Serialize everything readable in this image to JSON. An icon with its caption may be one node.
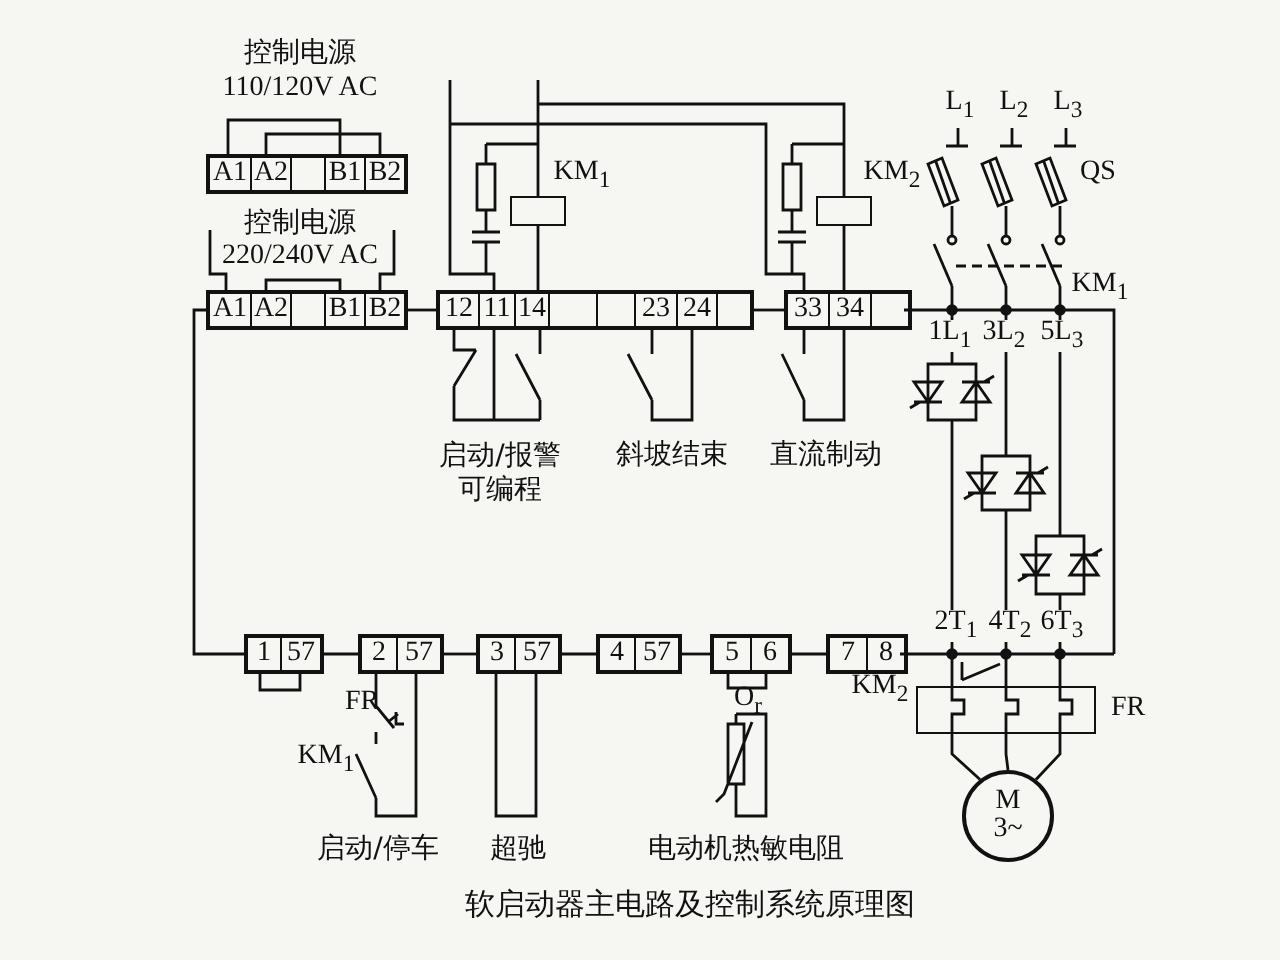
{
  "diagram": {
    "caption": "软启动器主电路及控制系统原理图",
    "nodes": [
      {
        "text": [
          "A1",
          "A2",
          "B1",
          "B2"
        ]
      },
      {
        "text": [
          "A1",
          "A2",
          "B1",
          "B2"
        ]
      },
      {
        "text": [
          "12",
          "11",
          "14",
          "23",
          "24"
        ]
      },
      {
        "text": [
          "33",
          "34"
        ]
      },
      {
        "text": [
          "1",
          "57"
        ]
      },
      {
        "text": [
          "2",
          "57"
        ]
      },
      {
        "text": [
          "3",
          "57"
        ]
      },
      {
        "text": [
          "4",
          "57"
        ]
      },
      {
        "text": [
          "5",
          "6"
        ]
      },
      {
        "text": [
          "7",
          "8"
        ]
      },
      {
        "text": [
          "M",
          "3~"
        ]
      },
      {
        "text": [],
        "shape": "box"
      },
      {
        "text": [],
        "shape": "box"
      },
      {
        "text": [],
        "shape": "box"
      }
    ],
    "edges": [
      {
        "from": 1,
        "to": 2,
        "arrow": "none"
      },
      {
        "from": 2,
        "to": 3,
        "arrow": "none"
      },
      {
        "from": 1,
        "to": 4,
        "arrow": "none"
      },
      {
        "from": 4,
        "to": 5,
        "arrow": "none"
      },
      {
        "from": 5,
        "to": 6,
        "arrow": "none"
      },
      {
        "from": 6,
        "to": 7,
        "arrow": "none"
      },
      {
        "from": 7,
        "to": 8,
        "arrow": "none"
      },
      {
        "from": 8,
        "to": 9,
        "arrow": "none"
      },
      {
        "from": 12,
        "to": 2,
        "arrow": "none"
      },
      {
        "from": 13,
        "to": 3,
        "arrow": "none"
      },
      {
        "from": 11,
        "to": 10,
        "arrow": "none"
      },
      {
        "from": 11,
        "to": 10,
        "arrow": "none"
      },
      {
        "from": 11,
        "to": 10,
        "arrow": "none"
      }
    ],
    "labels": [
      "控制电源",
      "110/120V AC",
      "L$_{1}$",
      "L$_{2}$",
      "L$_{3}$",
      "KM$_{1}$",
      "KM$_{2}$",
      "QS",
      "控制电源",
      "220/240V AC",
      "KM$_{1}$",
      "1L$_{1}$",
      "3L$_{2}$",
      "5L$_{3}$",
      "启动/报警可编程",
      "斜坡结束",
      "直流制动",
      "2T$_{1}$",
      "4T$_{2}$",
      "6T$_{3}$",
      "FR",
      "KM$_{1}$",
      "O$_{r}$",
      "KM$_{2}$",
      "FR",
      "启动/停车",
      "超驰",
      "电动机热敏电阻"
    ]
  }
}
